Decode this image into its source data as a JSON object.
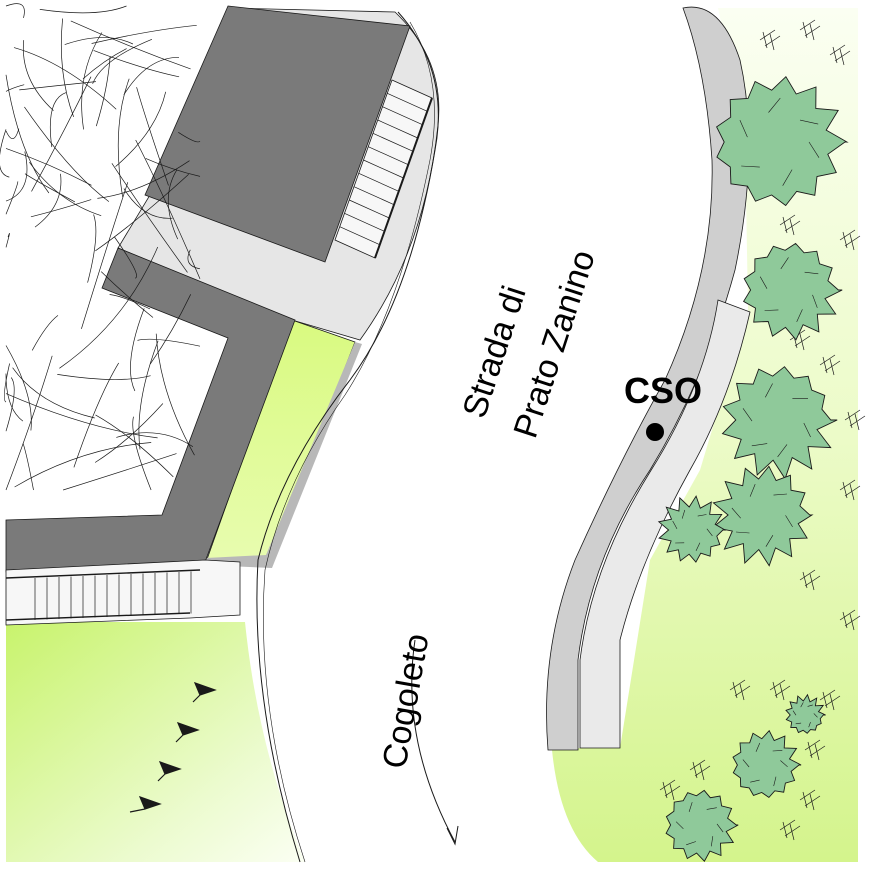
{
  "map": {
    "road_name_line1": "Strada di",
    "road_name_line2": "Prato Zanino",
    "direction_label": "Cogoleto",
    "point_label": "CSO"
  },
  "colors": {
    "grass_light": "#f4fde0",
    "grass_bright": "#ccf57a",
    "building_dark": "#7a7a7a",
    "building_light": "#e6e6e6",
    "sidewalk": "#cfcfcf",
    "tree_fill": "#8fc99a",
    "outline": "#1a1a1a"
  },
  "icons": [
    "tree-icon",
    "hatch-scribble-icon",
    "arrow-icon",
    "dot-marker-icon",
    "fence-post-icon"
  ]
}
